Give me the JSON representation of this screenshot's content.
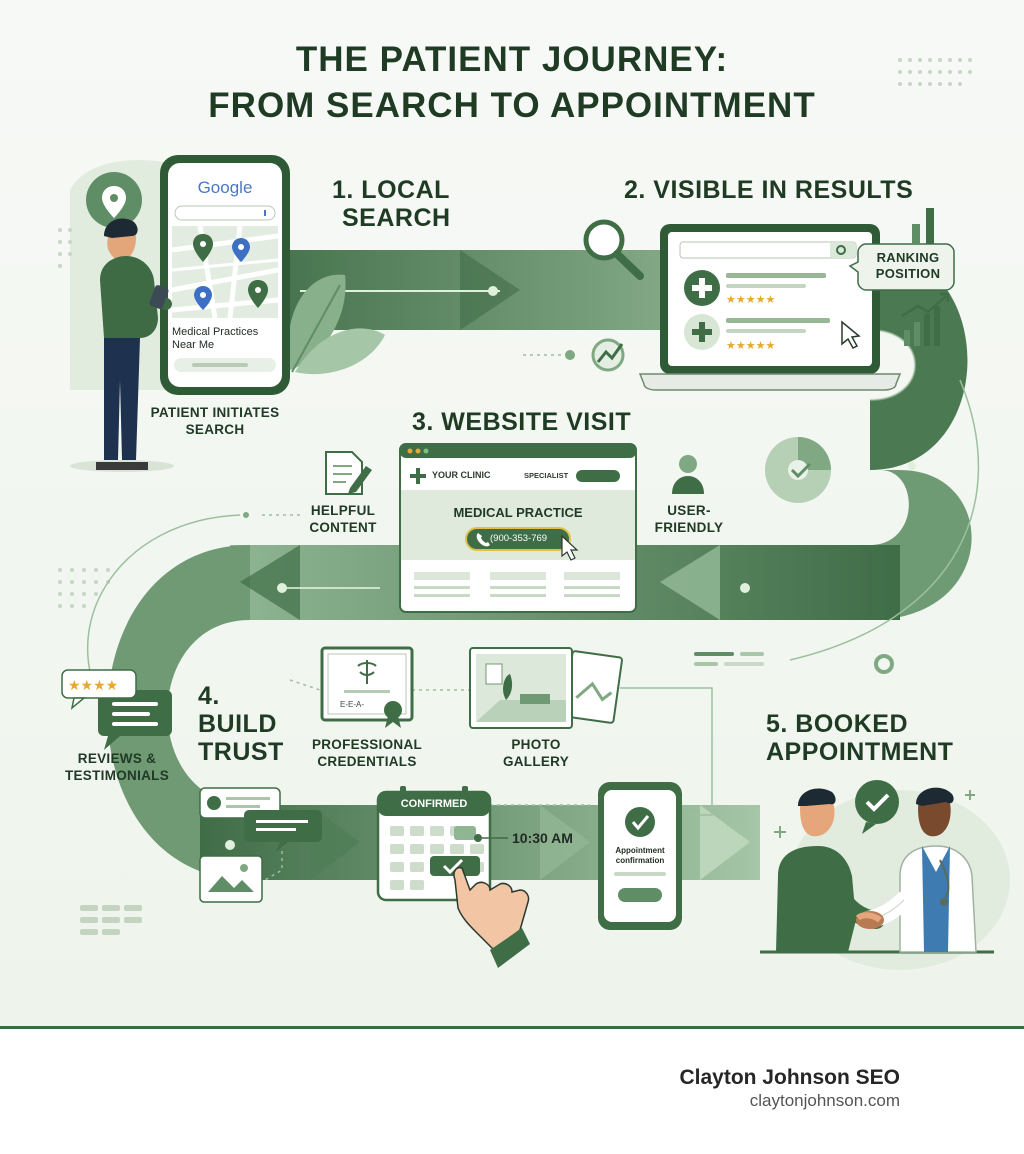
{
  "title": {
    "line1": "THE PATIENT JOURNEY:",
    "line2": "FROM SEARCH TO APPOINTMENT"
  },
  "steps": [
    {
      "label": "1. LOCAL",
      "label2": "SEARCH"
    },
    {
      "label": "2. VISIBLE IN RESULTS"
    },
    {
      "label": "3. WEBSITE VISIT"
    },
    {
      "label": "4.",
      "label2": "BUILD",
      "label3": "TRUST"
    },
    {
      "label": "5. BOOKED",
      "label2": "APPOINTMENT"
    }
  ],
  "phone": {
    "brand": "Google",
    "query_line1": "Medical Practices",
    "query_line2": "Near Me"
  },
  "captions": {
    "patient_line1": "PATIENT INITIATES",
    "patient_line2": "SEARCH",
    "ranking_line1": "RANKING",
    "ranking_line2": "POSITION",
    "helpful_line1": "HELPFUL",
    "helpful_line2": "CONTENT",
    "user_line1": "USER-",
    "user_line2": "FRIENDLY",
    "reviews_line1": "REVIEWS &",
    "reviews_line2": "TESTIMONIALS",
    "credentials_line1": "PROFESSIONAL",
    "credentials_line2": "CREDENTIALS",
    "gallery_line1": "PHOTO",
    "gallery_line2": "GALLERY"
  },
  "website": {
    "clinic": "YOUR CLINIC",
    "nav": "SPECIALIST",
    "heading": "MEDICAL PRACTICE",
    "phone": "(900-353-769"
  },
  "certificate": {
    "text": "E-E-A-"
  },
  "calendar": {
    "header": "CONFIRMED",
    "time": "10:30 AM"
  },
  "confirmation": {
    "line1": "Appointment",
    "line2": "confirmation"
  },
  "footer": {
    "name": "Clayton Johnson SEO",
    "url": "claytonjohnson.com"
  },
  "colors": {
    "dark_green": "#3f6e47",
    "mid_green": "#6f9d74",
    "light_green": "#a9c9aa",
    "text": "#1f3b24",
    "star": "#e6a92a",
    "brand_red": "#e0312a"
  }
}
